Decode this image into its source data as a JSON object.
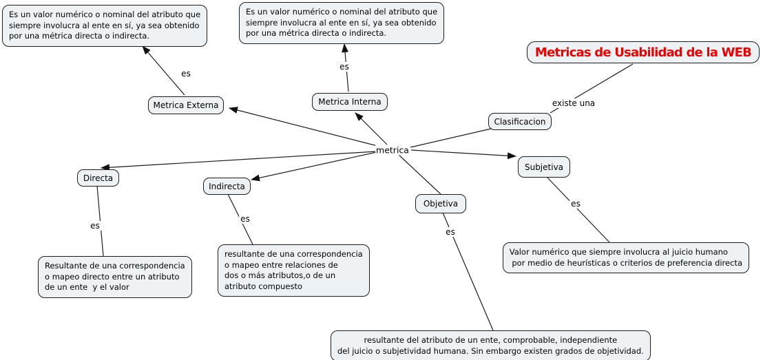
{
  "title": "Metricas de Usabilidad de la WEB",
  "colors": {
    "title_text": "#ee0000",
    "node_fill": "#eef2f5",
    "node_border": "#1c1c1c",
    "line": "#1c1c1c"
  },
  "root": {
    "label": "metrica"
  },
  "concepts": {
    "metrica_externa": "Metrica Externa",
    "metrica_interna": "Metrica Interna",
    "clasificacion": "Clasificacion",
    "subjetiva": "Subjetiva",
    "directa": "Directa",
    "indirecta": "Indirecta",
    "objetiva": "Objetiva"
  },
  "edge_labels": {
    "externa_es": "es",
    "interna_es": "es",
    "existe_una": "existe una",
    "subjetiva_es": "es",
    "directa_es": "es",
    "indirecta_es": "es",
    "objetiva_es": "es"
  },
  "descriptions": {
    "externa": "Es un valor numérico o nominal del atributo que\nsiempre involucra al ente en sí, ya sea obtenido\npor una métrica directa o indirecta.",
    "interna": "Es un valor numérico o nominal del atributo que\nsiempre involucra al ente en sí, ya sea obtenido\npor una métrica directa o indirecta.",
    "directa": "Resultante de una correspondencia\no mapeo directo entre un atributo\nde un ente  y el valor",
    "indirecta": "resultante de una correspondencia\no mapeo entre relaciones de\ndos o más atributos,o de un\natributo compuesto",
    "subjetiva": "Valor numérico que siempre involucra al juicio humano\n por medio de heurísticas o criterios de preferencia directa",
    "objetiva": "resultante del atributo de un ente, comprobable, independiente\ndel juicio o subjetividad humana. Sin embargo existen grados de objetividad."
  }
}
